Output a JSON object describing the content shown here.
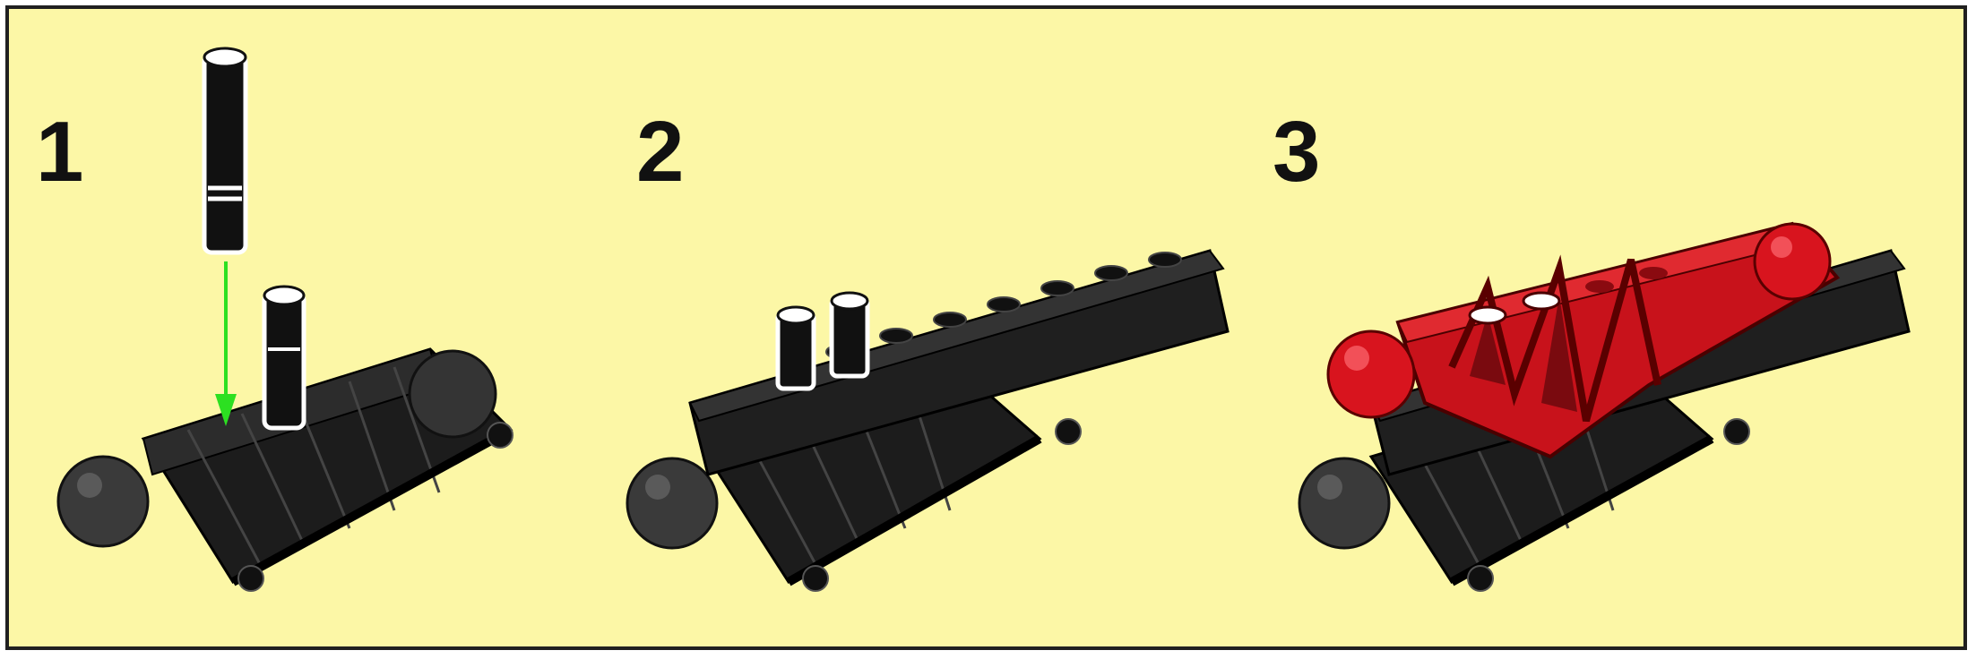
{
  "steps": [
    {
      "number": "1"
    },
    {
      "number": "2"
    },
    {
      "number": "3"
    }
  ],
  "colors": {
    "background": "#fcf7a6",
    "border": "#202020",
    "arrow": "#2ce021",
    "black_part": "#1c1c1c",
    "red_part": "#c8121b",
    "pin": "#ffffff"
  },
  "icons": [
    "pin-icon",
    "insert-arrow-icon",
    "ball-joint-icon",
    "liftarm-beam-icon",
    "red-frame-part-icon"
  ]
}
